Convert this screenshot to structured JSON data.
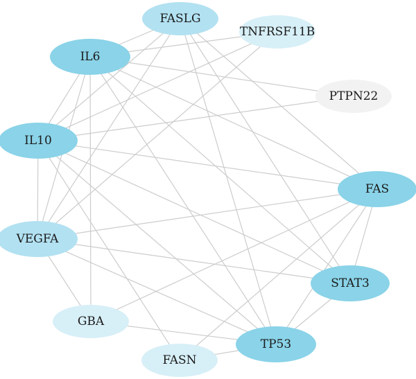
{
  "colors": {
    "high": "#8ad3e8",
    "medium": "#b2e1f1",
    "low": "#d7eff7",
    "none": "#f2f2f2",
    "edge": "#cccccc",
    "label": "#1a1a1a"
  },
  "nodes": [
    {
      "id": "FASLG",
      "label": "FASLG",
      "level": "medium"
    },
    {
      "id": "TNFRSF11B",
      "label": "TNFRSF11B",
      "level": "low"
    },
    {
      "id": "IL6",
      "label": "IL6",
      "level": "high"
    },
    {
      "id": "PTPN22",
      "label": "PTPN22",
      "level": "none"
    },
    {
      "id": "IL10",
      "label": "IL10",
      "level": "high"
    },
    {
      "id": "FAS",
      "label": "FAS",
      "level": "high"
    },
    {
      "id": "VEGFA",
      "label": "VEGFA",
      "level": "medium"
    },
    {
      "id": "STAT3",
      "label": "STAT3",
      "level": "high"
    },
    {
      "id": "GBA",
      "label": "GBA",
      "level": "low"
    },
    {
      "id": "TP53",
      "label": "TP53",
      "level": "high"
    },
    {
      "id": "FASN",
      "label": "FASN",
      "level": "low"
    }
  ],
  "edges": [
    [
      "IL6",
      "FASLG"
    ],
    [
      "IL6",
      "TNFRSF11B"
    ],
    [
      "IL6",
      "PTPN22"
    ],
    [
      "IL6",
      "IL10"
    ],
    [
      "IL6",
      "VEGFA"
    ],
    [
      "IL6",
      "GBA"
    ],
    [
      "IL6",
      "FAS"
    ],
    [
      "IL6",
      "STAT3"
    ],
    [
      "IL6",
      "TP53"
    ],
    [
      "IL10",
      "FASLG"
    ],
    [
      "IL10",
      "TNFRSF11B"
    ],
    [
      "IL10",
      "PTPN22"
    ],
    [
      "IL10",
      "VEGFA"
    ],
    [
      "IL10",
      "FAS"
    ],
    [
      "IL10",
      "STAT3"
    ],
    [
      "IL10",
      "TP53"
    ],
    [
      "IL10",
      "FASN"
    ],
    [
      "FASLG",
      "VEGFA"
    ],
    [
      "FASLG",
      "STAT3"
    ],
    [
      "FASLG",
      "TP53"
    ],
    [
      "FASLG",
      "FAS"
    ],
    [
      "TNFRSF11B",
      "VEGFA"
    ],
    [
      "VEGFA",
      "FAS"
    ],
    [
      "VEGFA",
      "STAT3"
    ],
    [
      "VEGFA",
      "GBA"
    ],
    [
      "VEGFA",
      "TP53"
    ],
    [
      "FAS",
      "GBA"
    ],
    [
      "FAS",
      "STAT3"
    ],
    [
      "FAS",
      "TP53"
    ],
    [
      "FAS",
      "FASN"
    ],
    [
      "STAT3",
      "TP53"
    ],
    [
      "GBA",
      "TP53"
    ],
    [
      "TP53",
      "FASN"
    ]
  ]
}
